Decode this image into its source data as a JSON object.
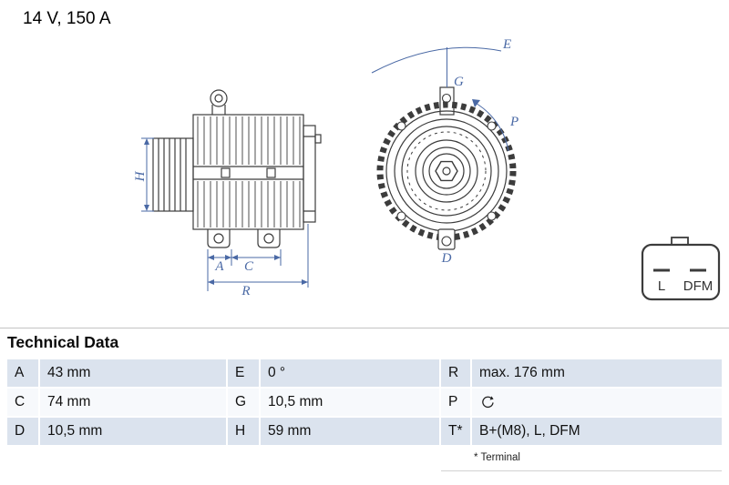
{
  "title": "14 V, 150 A",
  "colors": {
    "dimension_blue": "#4a69a5",
    "drawing_line": "#3c3c3c",
    "row_shaded": "#dbe3ee",
    "row_light": "#f7f9fc"
  },
  "diagram": {
    "side_view_labels": {
      "h": "H",
      "a": "A",
      "c": "C",
      "r": "R"
    },
    "front_view_labels": {
      "e": "E",
      "g": "G",
      "p": "P",
      "d": "D"
    },
    "connector_labels": {
      "left": "L",
      "right": "DFM"
    }
  },
  "technical_data": {
    "heading": "Technical Data",
    "rows": [
      {
        "cells": [
          {
            "label": "A",
            "value": "43 mm"
          },
          {
            "label": "E",
            "value": "0 °"
          },
          {
            "label": "R",
            "value": "max. 176 mm"
          }
        ]
      },
      {
        "cells": [
          {
            "label": "C",
            "value": "74 mm"
          },
          {
            "label": "G",
            "value": "10,5 mm"
          },
          {
            "label": "P",
            "value": "",
            "icon": "rotation-clockwise-icon"
          }
        ]
      },
      {
        "cells": [
          {
            "label": "D",
            "value": "10,5 mm"
          },
          {
            "label": "H",
            "value": "59 mm"
          },
          {
            "label": "T*",
            "value": "B+(M8), L, DFM"
          }
        ]
      }
    ],
    "footnote": "* Terminal"
  }
}
